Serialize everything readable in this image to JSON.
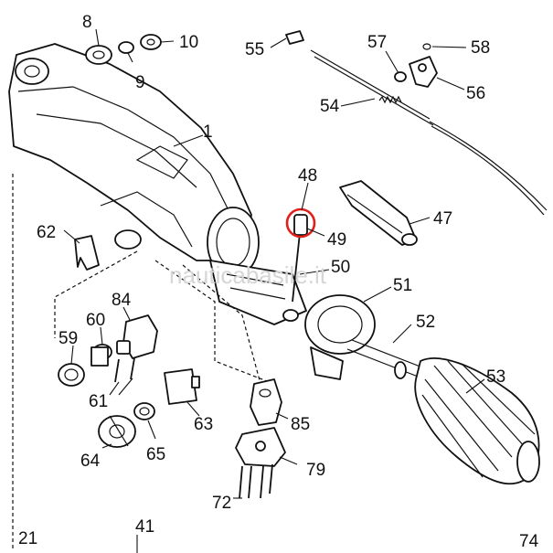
{
  "labels": {
    "p1": "1",
    "p8": "8",
    "p9": "9",
    "p10": "10",
    "p21": "21",
    "p41": "41",
    "p47": "47",
    "p48": "48",
    "p49": "49",
    "p50": "50",
    "p51": "51",
    "p52": "52",
    "p53": "53",
    "p54": "54",
    "p55": "55",
    "p56": "56",
    "p57": "57",
    "p58": "58",
    "p59": "59",
    "p60": "60",
    "p61": "61",
    "p62": "62",
    "p63": "63",
    "p64": "64",
    "p65": "65",
    "p72": "72",
    "p74": "74",
    "p79": "79",
    "p84": "84",
    "p85": "85"
  },
  "watermark": "nauticabasile.it",
  "highlight_color": "#e0201c"
}
